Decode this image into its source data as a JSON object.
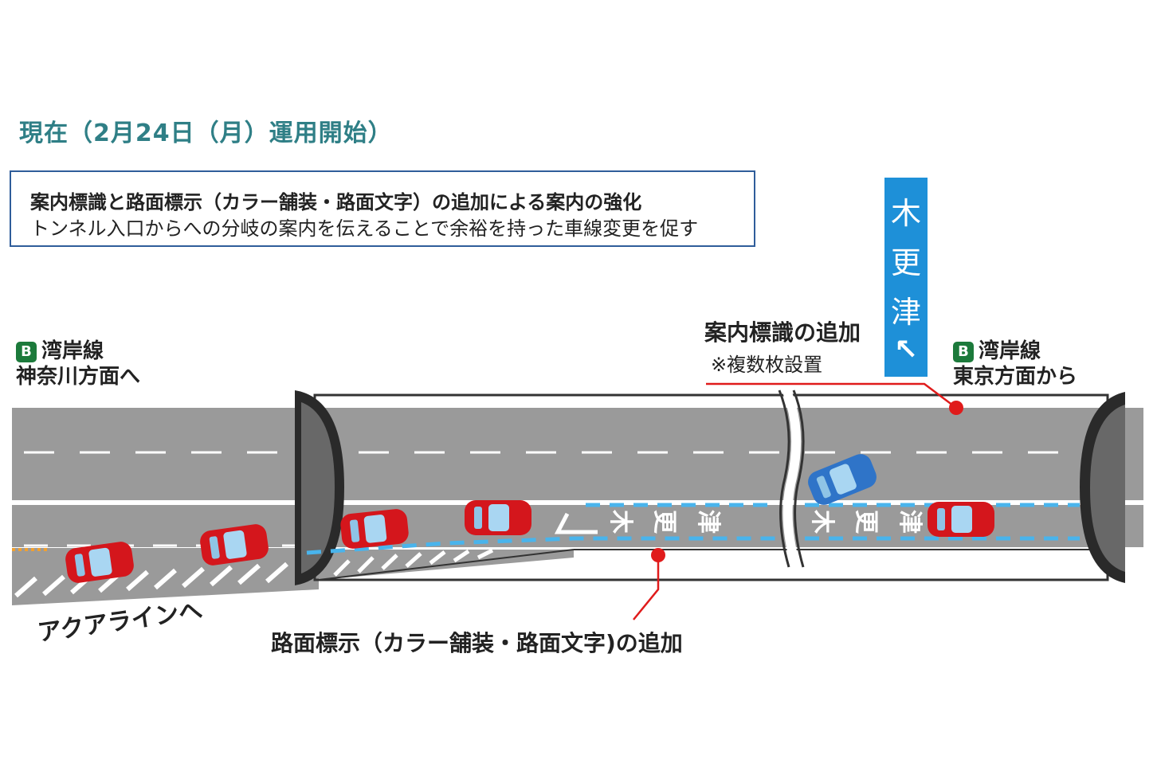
{
  "title": "現在（2月24日（月）運用開始）",
  "info_box": {
    "heading": "案内標識と路面標示（カラー舗装・路面文字）の追加による案内の強化",
    "body": "トンネル入口からへの分岐の案内を伝えることで余裕を持った車線変更を促す"
  },
  "left_label": {
    "badge": "B",
    "line1": "湾岸線",
    "line2": "神奈川方面へ"
  },
  "right_label": {
    "badge": "B",
    "line1": "湾岸線",
    "line2": "東京方面から"
  },
  "sign_callout": {
    "title": "案内標識の追加",
    "note": "※複数枚設置"
  },
  "overhead_sign": {
    "chars": [
      "木",
      "更",
      "津"
    ],
    "arrow": "↖",
    "color": "#1e90d8"
  },
  "road_marking_callout": "路面標示（カラー舗装・路面文字)の追加",
  "road_text": [
    "木",
    "更",
    "津"
  ],
  "aqua_label": "アクアラインへ",
  "colors": {
    "title": "#2f7f86",
    "box_border": "#2f5d9a",
    "road": "#9a9a9a",
    "callout_line": "#e01b1b",
    "lane_paint": "#49b4ec",
    "car_red": "#d4161c",
    "car_blue": "#2f74c8",
    "badge": "#1c7a3b"
  }
}
